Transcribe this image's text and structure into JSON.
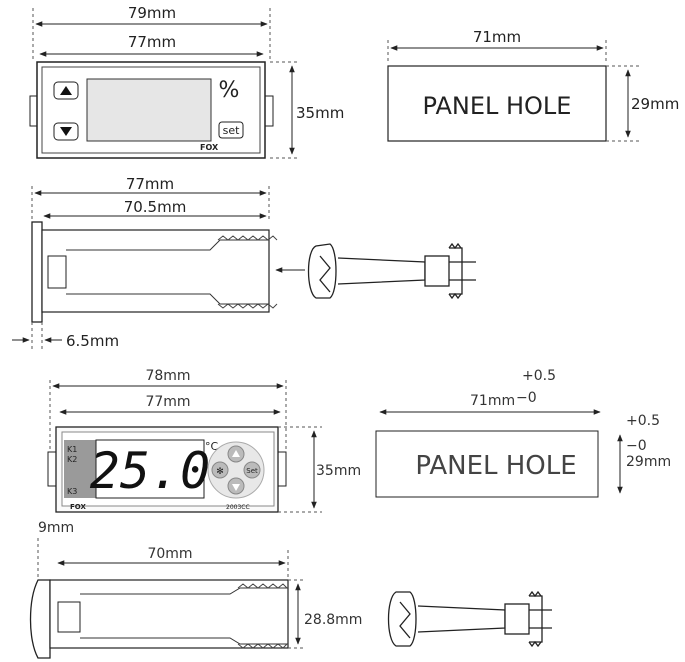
{
  "top_device": {
    "width_outer": "79mm",
    "width_inner": "77mm",
    "height": "35mm",
    "unit_symbol": "%",
    "set_label": "set",
    "brand": "FOX",
    "side_width": "77mm",
    "side_depth": "70.5mm",
    "bezel_depth": "6.5mm"
  },
  "top_panel": {
    "label": "PANEL HOLE",
    "width": "71mm",
    "height": "29mm"
  },
  "bottom_device": {
    "width_outer": "78mm",
    "width_inner": "77mm",
    "height": "35mm",
    "display_value": "25.0",
    "unit_symbol": "°C",
    "relay_labels": [
      "K1",
      "K2",
      "K3"
    ],
    "set_label": "Set",
    "brand": "FOX",
    "model": "2003CC",
    "side_bezel": "9mm",
    "side_depth": "70mm",
    "side_height": "28.8mm"
  },
  "bottom_panel": {
    "label": "PANEL HOLE",
    "width": "71mm",
    "width_tol_plus": "+0.5",
    "width_tol_minus": "−0",
    "height": "29mm",
    "height_tol_plus": "+0.5",
    "height_tol_minus": "−0"
  }
}
